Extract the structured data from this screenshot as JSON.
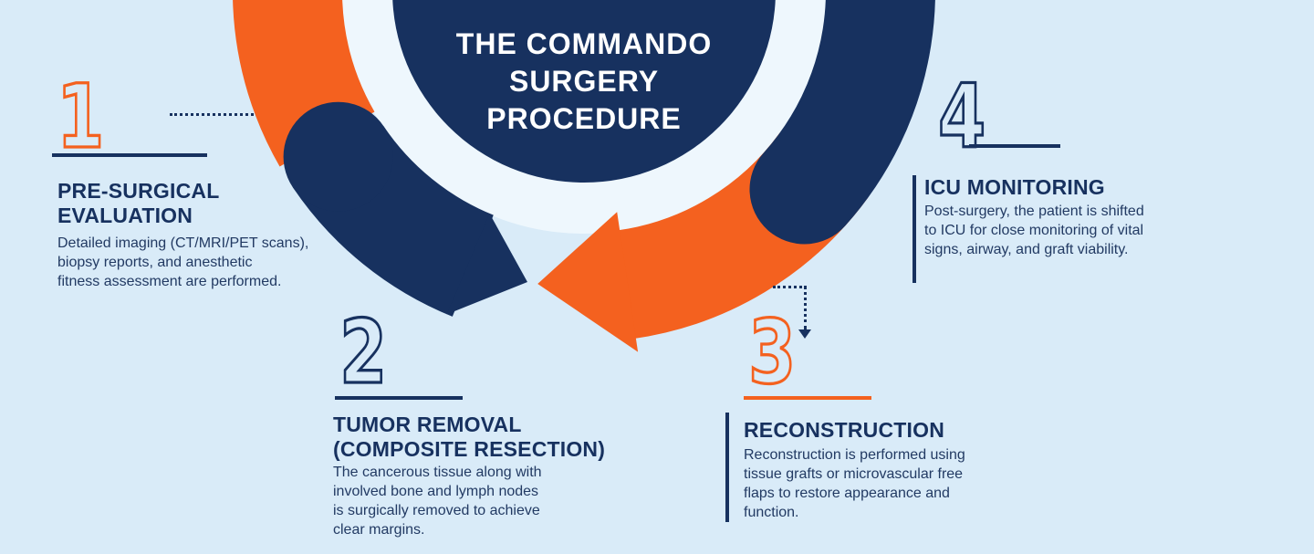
{
  "title": {
    "lines": [
      "THE COMMANDO",
      "SURGERY",
      "PROCEDURE"
    ]
  },
  "colors": {
    "background": "#d9ebf8",
    "navy": "#17315f",
    "orange": "#f4611f",
    "ring_gap": "#eef7fd",
    "title_text": "#ffffff"
  },
  "steps": [
    {
      "number": "1",
      "accent": "#f4611f",
      "heading": "PRE-SURGICAL EVALUATION",
      "heading_lines": [
        "PRE-SURGICAL",
        "EVALUATION"
      ],
      "body_lines": [
        "Detailed imaging (CT/MRI/PET scans),",
        "biopsy reports, and anesthetic",
        "fitness assessment are performed."
      ]
    },
    {
      "number": "2",
      "accent": "#17315f",
      "heading": "TUMOR REMOVAL (COMPOSITE RESECTION)",
      "heading_lines": [
        "TUMOR REMOVAL",
        "(COMPOSITE RESECTION)"
      ],
      "body_lines": [
        "The cancerous tissue along with",
        "involved bone and lymph nodes",
        "is surgically removed to achieve",
        "clear margins."
      ]
    },
    {
      "number": "3",
      "accent": "#f4611f",
      "heading": "RECONSTRUCTION",
      "heading_lines": [
        "RECONSTRUCTION"
      ],
      "body_lines": [
        "Reconstruction is performed using",
        "tissue grafts or microvascular free",
        "flaps to restore appearance and",
        "function."
      ]
    },
    {
      "number": "4",
      "accent": "#17315f",
      "heading": "ICU MONITORING",
      "heading_lines": [
        "ICU MONITORING"
      ],
      "body_lines": [
        "Post-surgery, the patient is shifted",
        "to ICU for close monitoring of vital",
        "signs, airway, and graft viability."
      ]
    }
  ]
}
